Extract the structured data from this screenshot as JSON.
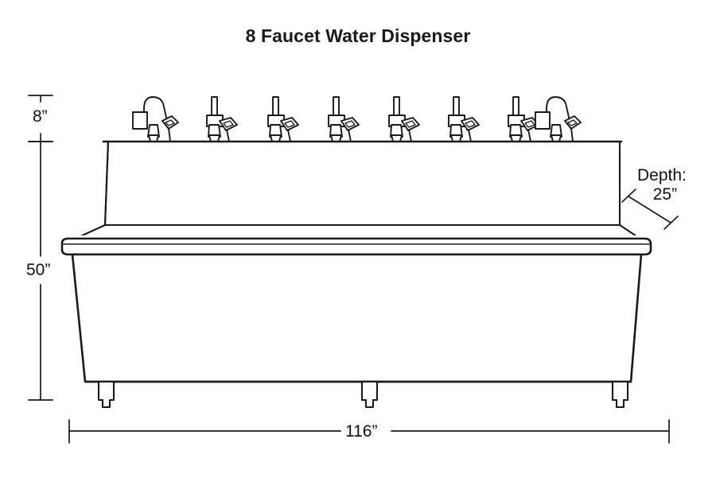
{
  "diagram": {
    "title": "8 Faucet Water Dispenser",
    "type": "technical-dimension-drawing",
    "subject": "8 faucet stainless steel water dispenser station",
    "line_color": "#1a1a1a",
    "fill_color": "#ffffff",
    "background_color": "#ffffff"
  },
  "dimensions": {
    "backsplash_height": {
      "label": "8”",
      "value": 8,
      "unit": "inch",
      "orientation": "vertical",
      "position": "left"
    },
    "overall_height": {
      "label": "50”",
      "value": 50,
      "unit": "inch",
      "orientation": "vertical",
      "position": "left"
    },
    "overall_width": {
      "label": "116”",
      "value": 116,
      "unit": "inch",
      "orientation": "horizontal",
      "position": "bottom"
    },
    "depth": {
      "label_prefix": "Depth:",
      "label": "25”",
      "value": 25,
      "unit": "inch",
      "orientation": "diagonal",
      "position": "right"
    }
  },
  "faucets": {
    "count": 8,
    "gooseneck_positions": [
      1,
      8
    ],
    "straight_positions": [
      2,
      3,
      4,
      5,
      6,
      7
    ],
    "x_centers": [
      193,
      270,
      347,
      423,
      499,
      574,
      649,
      713
    ]
  },
  "legs": {
    "count": 3,
    "x_centers": [
      133,
      464,
      779
    ]
  }
}
